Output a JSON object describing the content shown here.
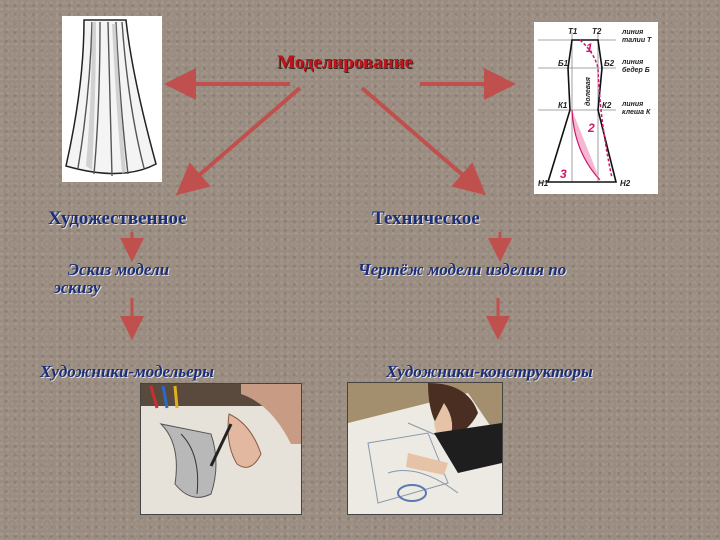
{
  "title": "Моделирование",
  "left": {
    "heading": "Художественное",
    "description_line1": "Эскиз модели",
    "description_line2": "эскизу",
    "result": "Художники-модельеры"
  },
  "right": {
    "heading": "Техническое",
    "description": "Чертёж модели изделия по",
    "result": "Художники-конструкторы"
  },
  "pattern_labels": {
    "t1": "Т1",
    "t2": "Т2",
    "b1": "Б1",
    "b2": "Б2",
    "k1": "К1",
    "k2": "К2",
    "n1": "Н1",
    "n2": "Н2",
    "waist_line": "линия талии Т",
    "waist_line_a": "линия",
    "waist_line_b": "талии Т",
    "hip_line_a": "линия",
    "hip_line_b": "бедер Б",
    "flare_line_a": "линия",
    "flare_line_b": "клеша К",
    "grain": "долевая",
    "n_1": "1",
    "n_2": "2",
    "n_3": "3"
  },
  "colors": {
    "title": "#c8101a",
    "text": "#1a2f7a",
    "arrow": "#c0504d"
  }
}
